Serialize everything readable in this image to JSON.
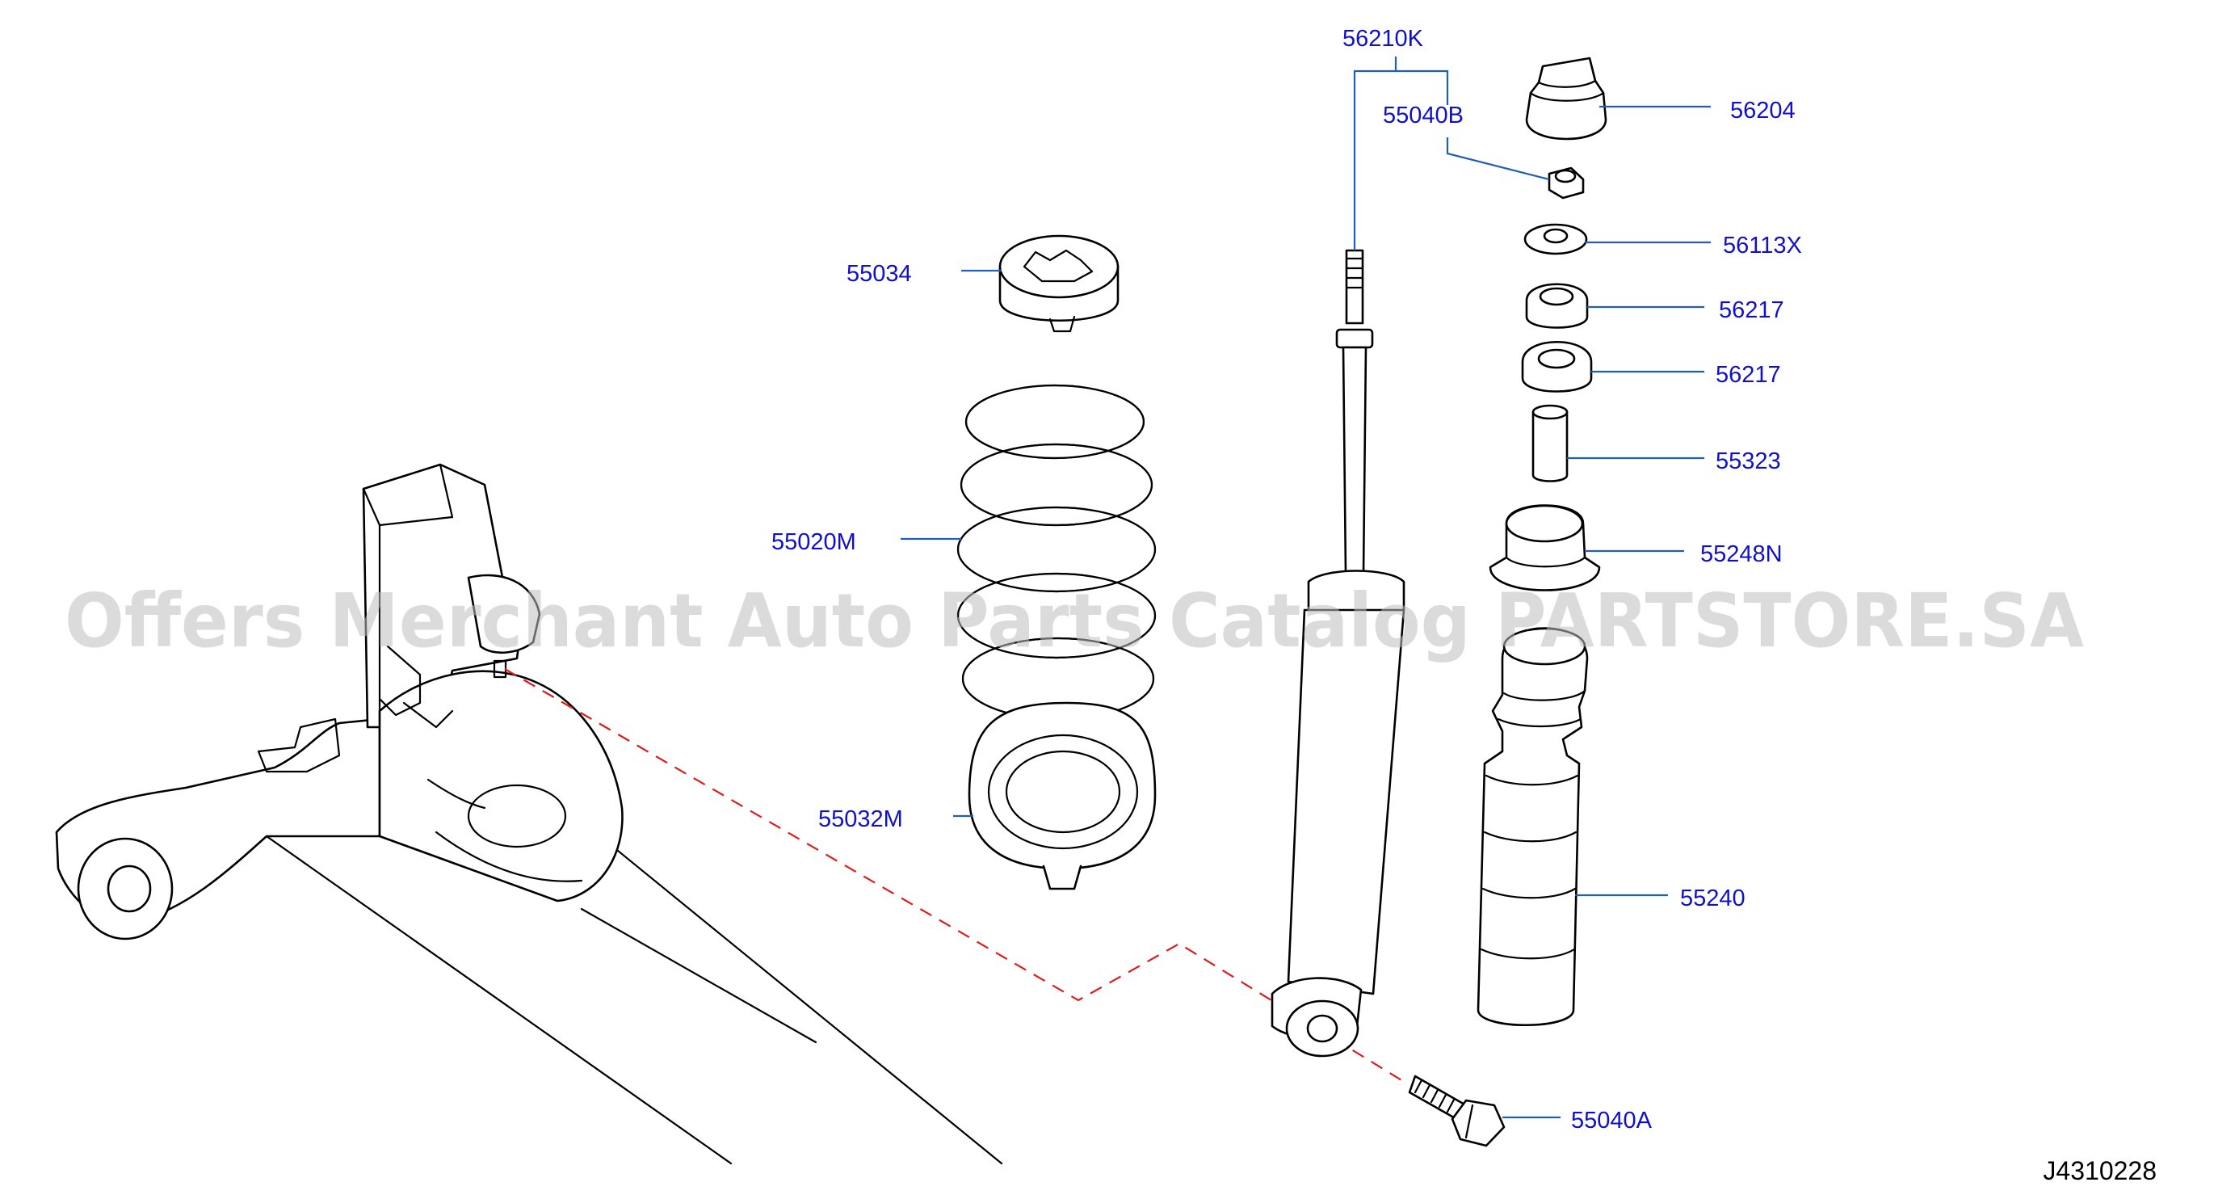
{
  "diagram": {
    "code": "J4310228",
    "watermark": "Offers Merchant Auto Parts Catalog PARTSTORE.SA",
    "colors": {
      "callout_text": "#1010c8",
      "leader_line": "#1f5fb4",
      "dashed_link": "#e01b1b",
      "watermark": "#bdbdbd",
      "line_art": "#000000"
    }
  },
  "callouts": [
    {
      "id": "56210K",
      "label": "56210K"
    },
    {
      "id": "55040B",
      "label": "55040B"
    },
    {
      "id": "56204",
      "label": "56204"
    },
    {
      "id": "56113X",
      "label": "56113X"
    },
    {
      "id": "56217a",
      "label": "56217"
    },
    {
      "id": "56217b",
      "label": "56217"
    },
    {
      "id": "55323",
      "label": "55323"
    },
    {
      "id": "55248N",
      "label": "55248N"
    },
    {
      "id": "55240",
      "label": "55240"
    },
    {
      "id": "55034",
      "label": "55034"
    },
    {
      "id": "55020M",
      "label": "55020M"
    },
    {
      "id": "55032M",
      "label": "55032M"
    },
    {
      "id": "55040A",
      "label": "55040A"
    }
  ]
}
